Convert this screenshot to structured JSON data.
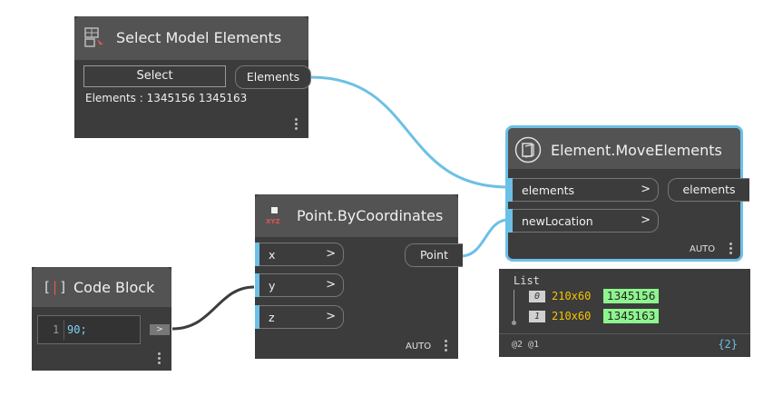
{
  "colors": {
    "wire": "#6cc0e5",
    "canvas": "#ffffff",
    "node_body": "#3c3c3c",
    "node_header": "#535353",
    "selected": "#6cc0e5"
  },
  "nodes": {
    "select_model": {
      "title": "Select Model Elements",
      "icon": "select-elements-icon",
      "button_label": "Select",
      "info": "Elements : 1345156 1345163",
      "output_label": "Elements"
    },
    "move_elements": {
      "title": "Element.MoveElements",
      "icon": "move-elements-icon",
      "inputs": [
        {
          "label": "elements",
          "chevron": ">"
        },
        {
          "label": "newLocation",
          "chevron": ">"
        }
      ],
      "output_label": "elements",
      "lacing": "AUTO"
    },
    "point": {
      "title": "Point.ByCoordinates",
      "icon": "point-xyz-icon",
      "icon_text": "XYZ",
      "inputs": [
        {
          "label": "x",
          "chevron": ">"
        },
        {
          "label": "y",
          "chevron": ">"
        },
        {
          "label": "z",
          "chevron": ">"
        }
      ],
      "output_label": "Point",
      "lacing": "AUTO"
    },
    "code_block": {
      "title": "Code Block",
      "icon": "code-block-icon",
      "line_number": "1",
      "code": "90;",
      "output_chevron": ">"
    }
  },
  "preview": {
    "header": "List",
    "items": [
      {
        "index": "0",
        "type": "210x60",
        "value": "1345156"
      },
      {
        "index": "1",
        "type": "210x60",
        "value": "1345163"
      }
    ],
    "levels": "@2 @1",
    "count": "{2}"
  }
}
